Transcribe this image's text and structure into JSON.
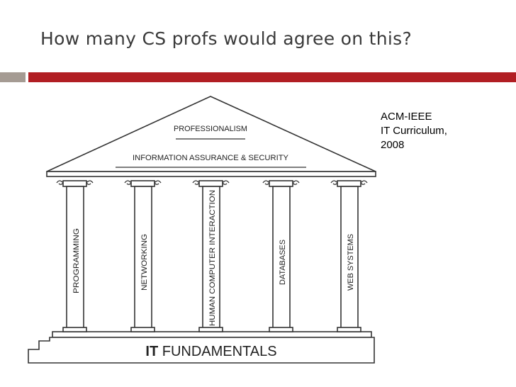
{
  "slide": {
    "title": "How many CS profs would agree on this?"
  },
  "note": {
    "lines": [
      "ACM-IEEE",
      "IT Curriculum,",
      "2008"
    ]
  },
  "temple": {
    "roof_top": "PROFESSIONALISM",
    "roof_bottom": "INFORMATION ASSURANCE & SECURITY",
    "pillars": [
      "PROGRAMMING",
      "NETWORKING",
      "HUMAN COMPUTER INTERACTION",
      "DATABASES",
      "WEB SYSTEMS"
    ],
    "base_bold": "IT",
    "base_rest": " FUNDAMENTALS"
  },
  "colors": {
    "accent_red": "#b11e23",
    "accent_gray": "#a59b93",
    "title_text": "#3a3a3a"
  }
}
